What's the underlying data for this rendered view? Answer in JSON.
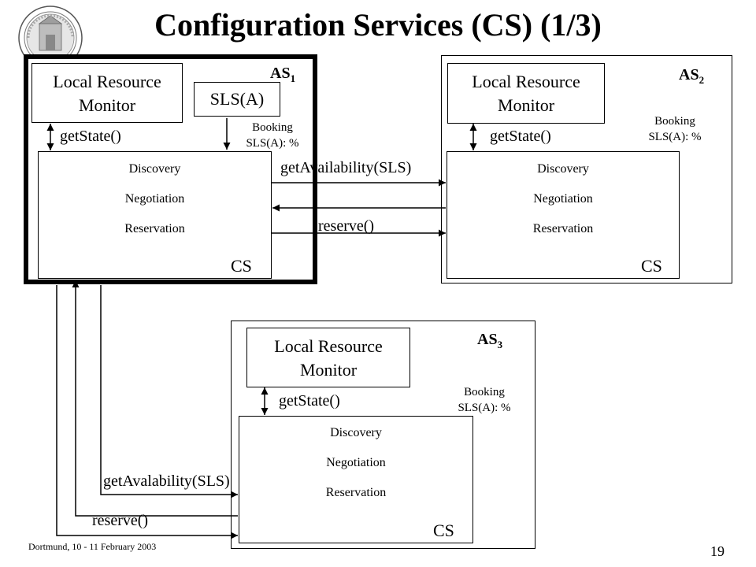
{
  "title": "Configuration Services (CS) (1/3)",
  "footer": "Dortmund, 10 - 11 February 2003",
  "page_number": "19",
  "as1": {
    "label": "AS",
    "sub": "1",
    "lrm": [
      "Local Resource",
      "Monitor"
    ],
    "sls": "SLS(A)",
    "booking": [
      "Booking",
      "SLS(A): %"
    ],
    "getstate": "getState()",
    "cs_lines": [
      "Discovery",
      "Negotiation",
      "Reservation"
    ],
    "cs_tag": "CS"
  },
  "as2": {
    "label": "AS",
    "sub": "2",
    "lrm": [
      "Local Resource",
      "Monitor"
    ],
    "booking": [
      "Booking",
      "SLS(A): %"
    ],
    "getstate": "getState()",
    "cs_lines": [
      "Discovery",
      "Negotiation",
      "Reservation"
    ],
    "cs_tag": "CS"
  },
  "as3": {
    "label": "AS",
    "sub": "3",
    "lrm": [
      "Local Resource",
      "Monitor"
    ],
    "booking": [
      "Booking",
      "SLS(A): %"
    ],
    "getstate": "getState()",
    "cs_lines": [
      "Discovery",
      "Negotiation",
      "Reservation"
    ],
    "cs_tag": "CS"
  },
  "messages": {
    "get_availability_top": "getAvailability(SLS)",
    "reserve_top": "reserve()",
    "get_availability_bottom": "getAvalability(SLS)",
    "reserve_bottom": "reserve()"
  }
}
